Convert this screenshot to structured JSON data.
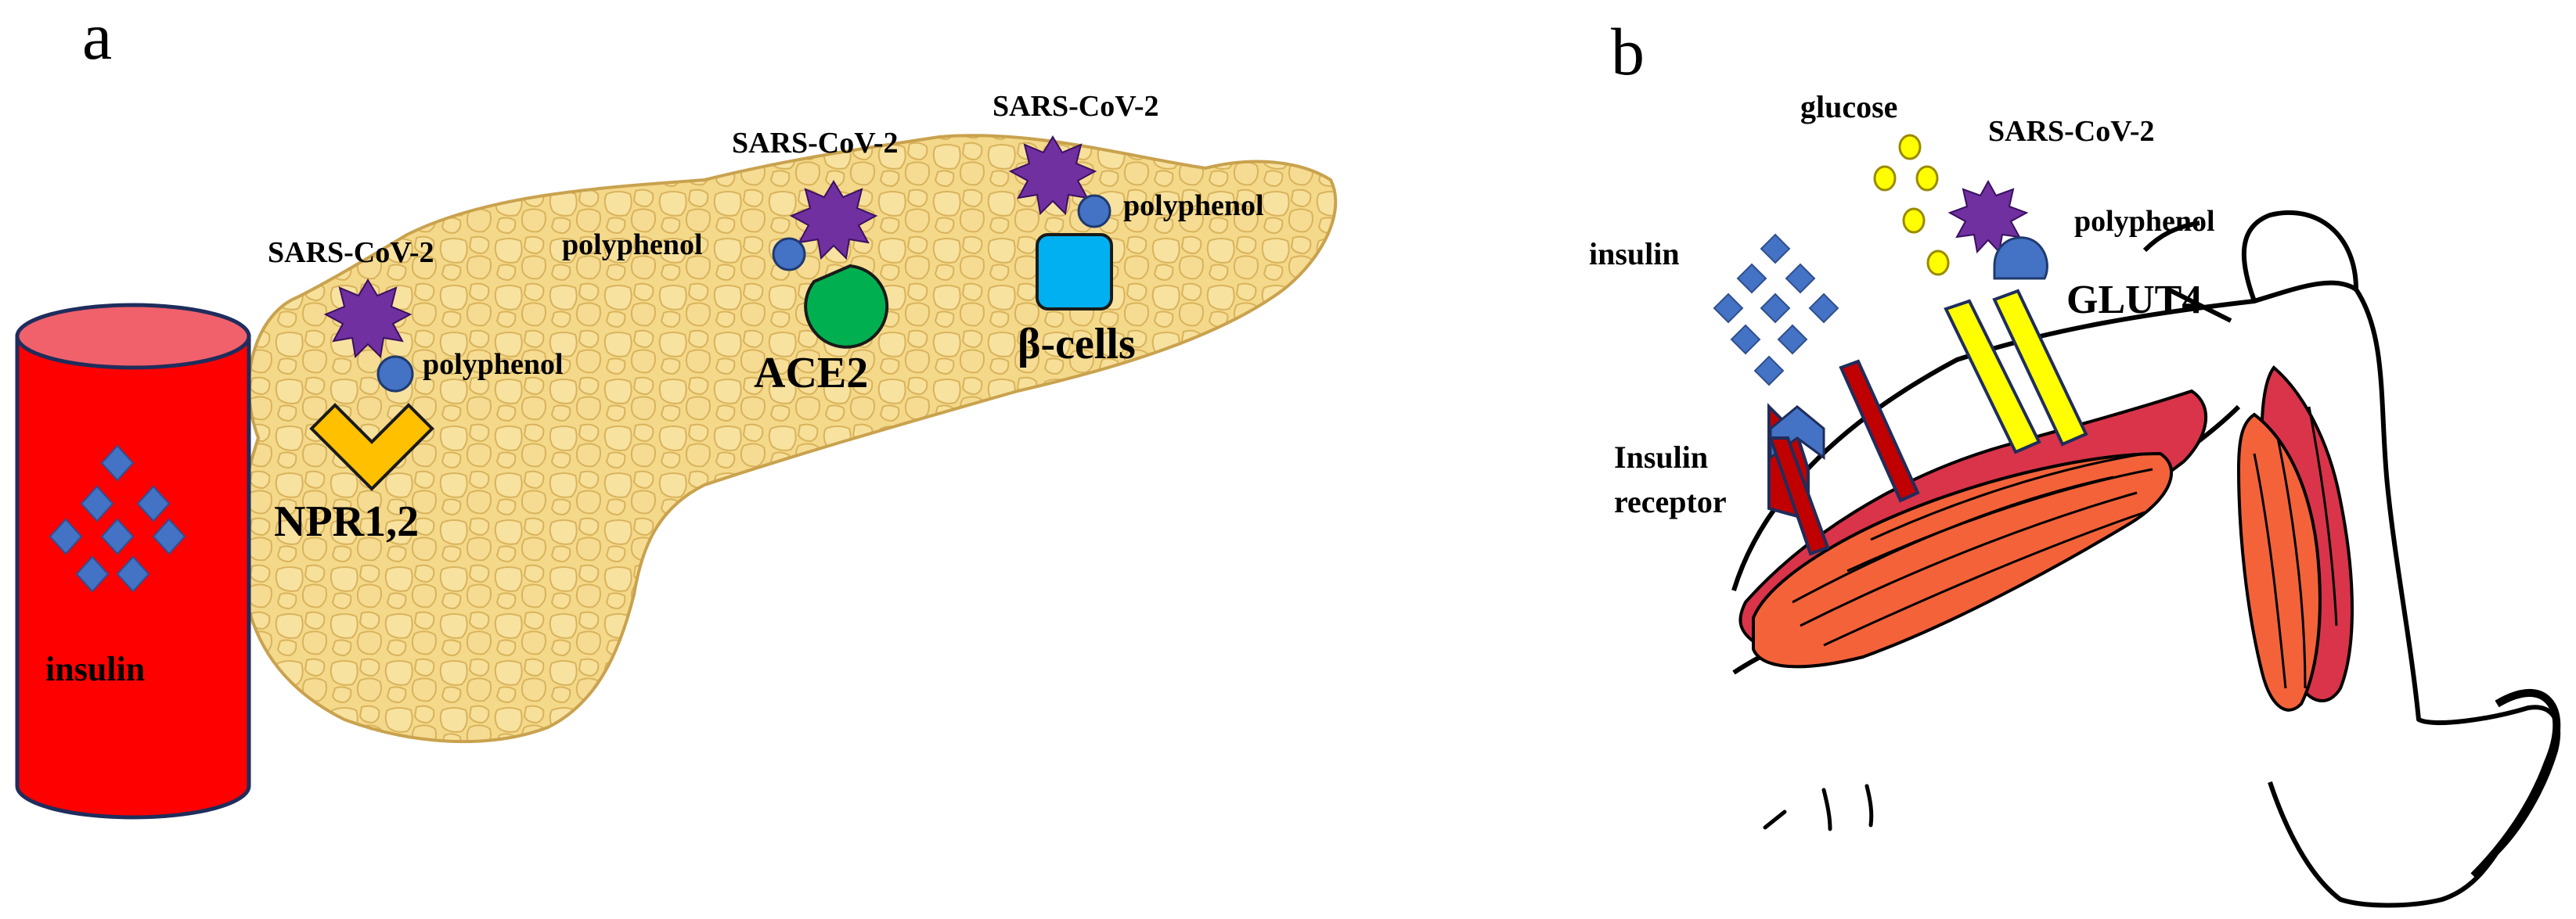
{
  "panel_a": {
    "letter": "a",
    "container_label": "insulin",
    "receptor_labels": {
      "npr": "NPR1,2",
      "ace2": "ACE2",
      "beta_cells": "β-cells"
    },
    "virus_label": "SARS-CoV-2",
    "polyphenol_label": "polyphenol"
  },
  "panel_b": {
    "letter": "b",
    "insulin_label": "insulin",
    "glucose_label": "glucose",
    "virus_label": "SARS-CoV-2",
    "polyphenol_label": "polyphenol",
    "glut4_label": "GLUT4",
    "receptor_label_line1": "Insulin",
    "receptor_label_line2": "receptor"
  },
  "colors": {
    "insulin_can": "#ff0000",
    "insulin_can_top": "#f0616b",
    "insulin_diamond": "#4472c4",
    "pancreas": "#f4d98a",
    "pancreas_lobule": "#e8c76a",
    "virus": "#7030a0",
    "polyphenol": "#4472c4",
    "npr_receptor": "#ffc000",
    "ace2_receptor": "#00b050",
    "beta_cell": "#00b0f0",
    "glucose": "#ffff00",
    "glut4": "#ffff00",
    "insulin_receptor": "#c00000",
    "muscle_dark": "#d9344a",
    "muscle_light": "#f4623a"
  }
}
